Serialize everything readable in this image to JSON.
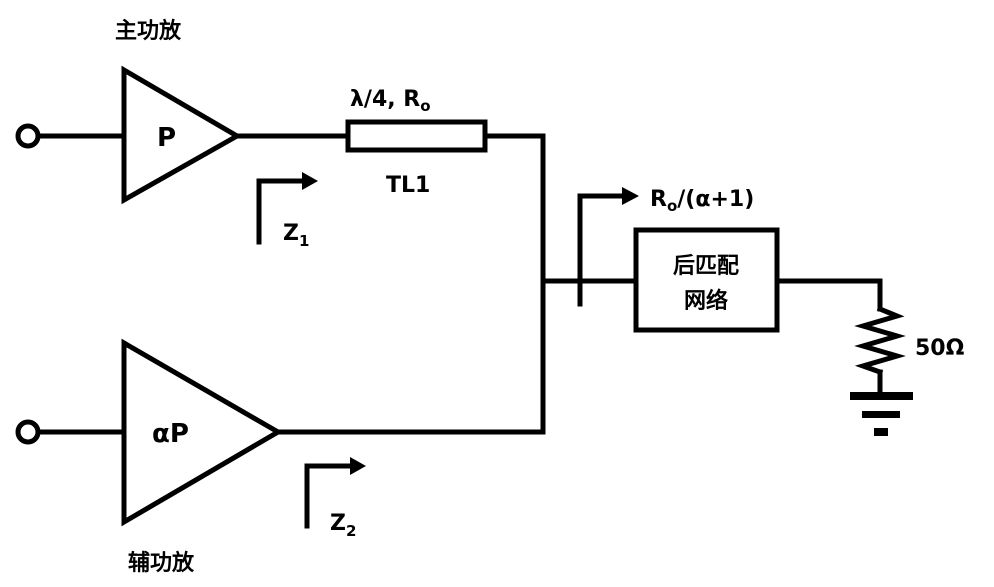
{
  "main_amp": {
    "title": "主功放",
    "symbol": "P"
  },
  "aux_amp": {
    "title": "辅功放",
    "symbol": "αP"
  },
  "transmission_line": {
    "spec": "λ/4, R",
    "spec_sub": "o",
    "name": "TL1"
  },
  "impedance_markers": {
    "z1": {
      "base": "Z",
      "sub": "1"
    },
    "z2": {
      "base": "Z",
      "sub": "2"
    },
    "z_out": {
      "base": "R",
      "sub": "o",
      "rest": "/(α+1)"
    }
  },
  "matching_network": {
    "line1": "后匹配",
    "line2": "网络"
  },
  "load": {
    "value": "50Ω"
  }
}
